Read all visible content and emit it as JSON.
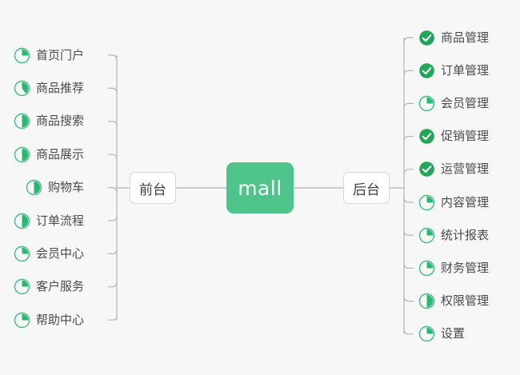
{
  "diagram": {
    "type": "mind-map",
    "background_color": "#f7f7f7",
    "root": {
      "label": "mall",
      "fill": "#4ec48a",
      "text_color": "#ffffff"
    },
    "branches": [
      {
        "side": "left",
        "label": "前台",
        "items": [
          {
            "label": "首页门户",
            "icon": "pie-progress-icon",
            "progress": 25,
            "state": "in-progress"
          },
          {
            "label": "商品推荐",
            "icon": "pie-progress-icon",
            "progress": 40,
            "state": "in-progress"
          },
          {
            "label": "商品搜索",
            "icon": "pie-progress-icon",
            "progress": 50,
            "state": "in-progress"
          },
          {
            "label": "商品展示",
            "icon": "pie-progress-icon",
            "progress": 50,
            "state": "in-progress"
          },
          {
            "label": "购物车",
            "icon": "pie-progress-icon",
            "progress": 50,
            "state": "in-progress"
          },
          {
            "label": "订单流程",
            "icon": "pie-progress-icon",
            "progress": 50,
            "state": "in-progress"
          },
          {
            "label": "会员中心",
            "icon": "pie-progress-icon",
            "progress": 25,
            "state": "in-progress"
          },
          {
            "label": "客户服务",
            "icon": "pie-progress-icon",
            "progress": 25,
            "state": "in-progress"
          },
          {
            "label": "帮助中心",
            "icon": "pie-progress-icon",
            "progress": 25,
            "state": "in-progress"
          }
        ]
      },
      {
        "side": "right",
        "label": "后台",
        "items": [
          {
            "label": "商品管理",
            "icon": "check-circle-icon",
            "progress": 100,
            "state": "done"
          },
          {
            "label": "订单管理",
            "icon": "check-circle-icon",
            "progress": 100,
            "state": "done"
          },
          {
            "label": "会员管理",
            "icon": "pie-progress-icon",
            "progress": 25,
            "state": "in-progress"
          },
          {
            "label": "促销管理",
            "icon": "check-circle-icon",
            "progress": 100,
            "state": "done"
          },
          {
            "label": "运营管理",
            "icon": "check-circle-icon",
            "progress": 100,
            "state": "done"
          },
          {
            "label": "内容管理",
            "icon": "pie-progress-icon",
            "progress": 25,
            "state": "in-progress"
          },
          {
            "label": "统计报表",
            "icon": "pie-progress-icon",
            "progress": 25,
            "state": "in-progress"
          },
          {
            "label": "财务管理",
            "icon": "pie-progress-icon",
            "progress": 25,
            "state": "in-progress"
          },
          {
            "label": "权限管理",
            "icon": "pie-progress-icon",
            "progress": 50,
            "state": "in-progress"
          },
          {
            "label": "设置",
            "icon": "pie-progress-icon",
            "progress": 25,
            "state": "in-progress"
          }
        ]
      }
    ],
    "colors": {
      "accent_green": "#4ec48a",
      "pie_green": "#2bb673",
      "check_green": "#22a658",
      "connector_gray": "#b4b4b4",
      "text": "#4a4a4a",
      "node_border": "#d8d8d8"
    }
  }
}
